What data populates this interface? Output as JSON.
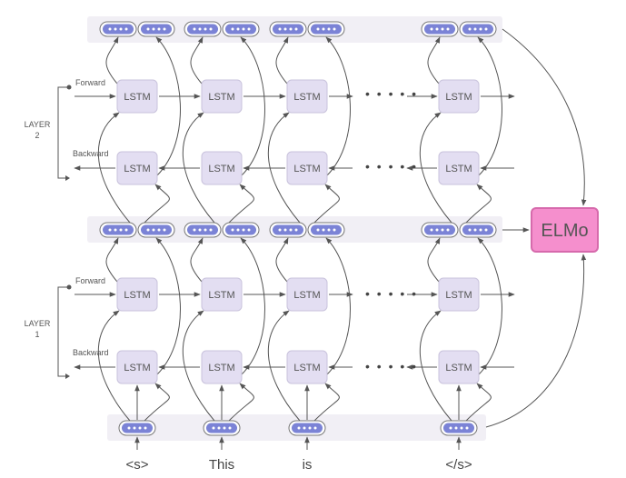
{
  "diagram": {
    "lstm_label": "LSTM",
    "ellipsis": "• • • • •",
    "output_label": "ELMo",
    "tokens": [
      "<s>",
      "This",
      "is",
      "</s>"
    ],
    "layers": [
      {
        "name_line1": "LAYER",
        "name_line2": "2",
        "forward_label": "Forward",
        "backward_label": "Backward"
      },
      {
        "name_line1": "LAYER",
        "name_line2": "1",
        "forward_label": "Forward",
        "backward_label": "Backward"
      }
    ],
    "colors": {
      "lstm_fill": "#e3def2",
      "lstm_border": "#c9c3dc",
      "embedding_fill": "#7b83d6",
      "band_fill": "#f1eff5",
      "elmo_fill": "#f58fcd",
      "elmo_border": "#d66aac",
      "arrow": "#555555"
    }
  }
}
